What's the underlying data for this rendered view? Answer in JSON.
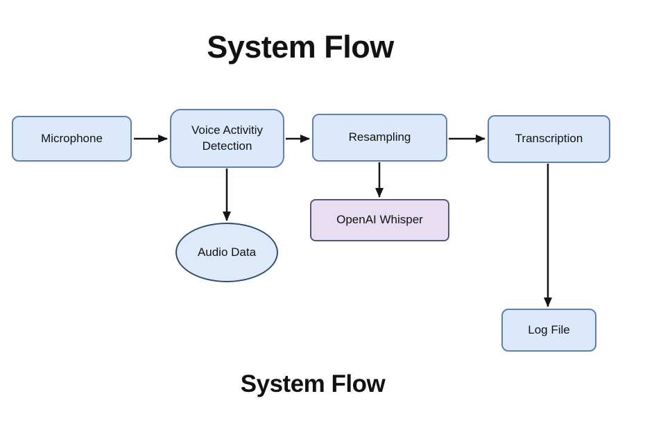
{
  "diagram": {
    "title_top": "System Flow",
    "title_bottom": "System Flow",
    "nodes": {
      "microphone": {
        "label": "Microphone",
        "shape": "rounded-rect",
        "color": "blue"
      },
      "vad": {
        "label": "Voice Activitiy Detection",
        "shape": "rounded-rect",
        "color": "blue"
      },
      "resampling": {
        "label": "Resampling",
        "shape": "rounded-rect",
        "color": "blue"
      },
      "transcription": {
        "label": "Transcription",
        "shape": "rounded-rect",
        "color": "blue"
      },
      "whisper": {
        "label": "OpenAI Whisper",
        "shape": "rounded-rect",
        "color": "purple"
      },
      "audio_data": {
        "label": "Audio Data",
        "shape": "ellipse",
        "color": "blue"
      },
      "log_file": {
        "label": "Log File",
        "shape": "rounded-rect",
        "color": "blue"
      }
    },
    "edges": [
      {
        "from": "Microphone",
        "to": "Voice Activitiy Detection"
      },
      {
        "from": "Voice Activitiy Detection",
        "to": "Resampling"
      },
      {
        "from": "Resampling",
        "to": "Transcription"
      },
      {
        "from": "Voice Activitiy Detection",
        "to": "Audio Data"
      },
      {
        "from": "Resampling",
        "to": "OpenAI Whisper"
      },
      {
        "from": "Transcription",
        "to": "Log File"
      }
    ],
    "colors": {
      "background": "#ffffff",
      "title": "#121212",
      "text": "#111111",
      "node_fill_blue": "#dbe9fb",
      "node_border_blue": "#5f7fae",
      "node_fill_purple": "#e7def1",
      "node_border_purple": "#5c5277",
      "ellipse_fill": "#deeaf9",
      "ellipse_border": "#2f4e6e",
      "arrow": "#141414"
    }
  }
}
